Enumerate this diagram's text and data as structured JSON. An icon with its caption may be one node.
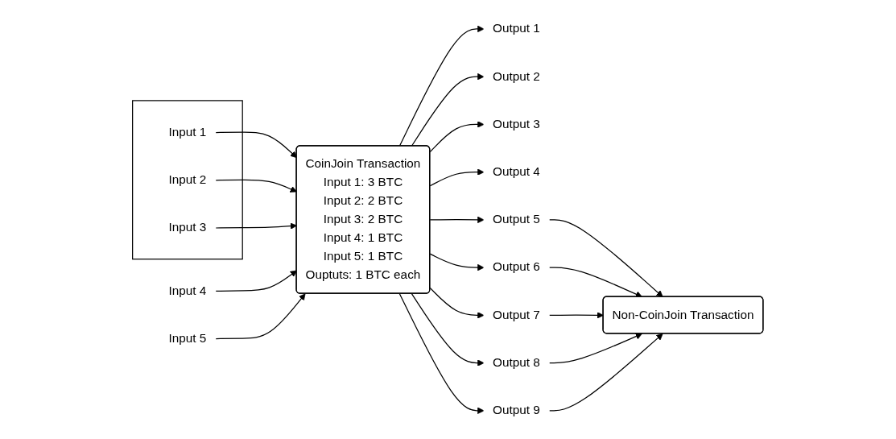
{
  "diagram": {
    "nodes": [
      {
        "text": [],
        "shape": "box"
      },
      {
        "text": [
          "Input 1"
        ],
        "in": 0
      },
      {
        "text": [
          "Input 2"
        ],
        "in": 0
      },
      {
        "text": [
          "Input 3"
        ],
        "in": 0
      },
      {
        "text": [
          "Input 4"
        ]
      },
      {
        "text": [
          "Input 5"
        ]
      },
      {
        "text": [
          "CoinJoin Transaction",
          "Input 1: 3 BTC",
          "Input 2: 2 BTC",
          "Input 3: 2 BTC",
          "Input 4: 1 BTC",
          "Input 5: 1 BTC",
          "Ouptuts: 1 BTC each"
        ]
      },
      {
        "text": [
          "Output 1"
        ]
      },
      {
        "text": [
          "Output 2"
        ]
      },
      {
        "text": [
          "Output 3"
        ]
      },
      {
        "text": [
          "Output 4"
        ]
      },
      {
        "text": [
          "Output 5"
        ]
      },
      {
        "text": [
          "Output 6"
        ]
      },
      {
        "text": [
          "Output 7"
        ]
      },
      {
        "text": [
          "Output 8"
        ]
      },
      {
        "text": [
          "Output 9"
        ]
      },
      {
        "text": [
          "Non-CoinJoin Transaction"
        ]
      }
    ],
    "edges": [
      {
        "from": 1,
        "to": 6,
        "arrow": "to"
      },
      {
        "from": 2,
        "to": 6,
        "arrow": "to"
      },
      {
        "from": 3,
        "to": 6,
        "arrow": "to"
      },
      {
        "from": 4,
        "to": 6,
        "arrow": "to"
      },
      {
        "from": 5,
        "to": 6,
        "arrow": "to"
      },
      {
        "from": 6,
        "to": 7,
        "arrow": "to"
      },
      {
        "from": 6,
        "to": 8,
        "arrow": "to"
      },
      {
        "from": 6,
        "to": 9,
        "arrow": "to"
      },
      {
        "from": 6,
        "to": 10,
        "arrow": "to"
      },
      {
        "from": 6,
        "to": 11,
        "arrow": "to"
      },
      {
        "from": 6,
        "to": 12,
        "arrow": "to"
      },
      {
        "from": 6,
        "to": 13,
        "arrow": "to"
      },
      {
        "from": 6,
        "to": 14,
        "arrow": "to"
      },
      {
        "from": 6,
        "to": 15,
        "arrow": "to"
      },
      {
        "from": 11,
        "to": 16,
        "arrow": "to"
      },
      {
        "from": 12,
        "to": 16,
        "arrow": "to"
      },
      {
        "from": 13,
        "to": 16,
        "arrow": "to"
      },
      {
        "from": 14,
        "to": 16,
        "arrow": "to"
      },
      {
        "from": 15,
        "to": 16,
        "arrow": "to"
      }
    ]
  }
}
